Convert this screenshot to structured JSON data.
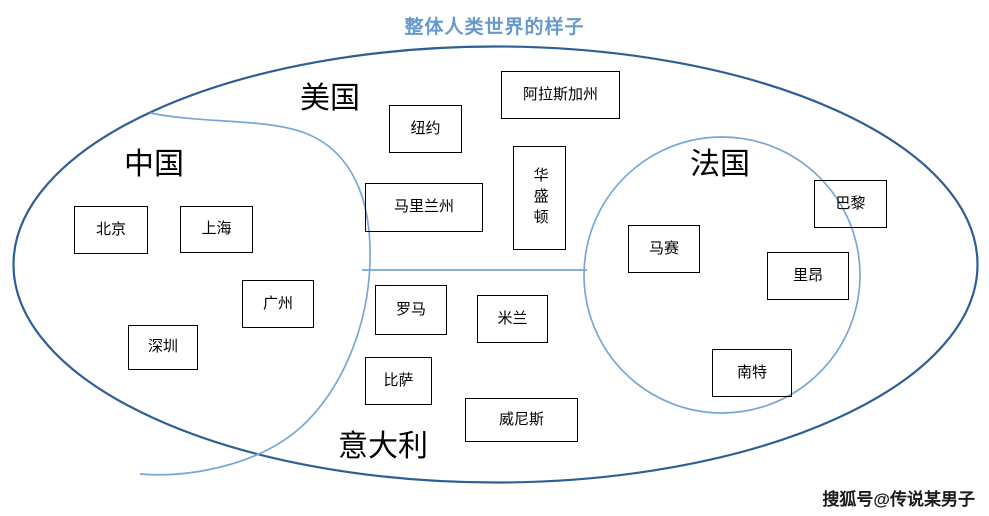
{
  "title": "整体人类世界的样子",
  "colors": {
    "title_text": "#6699cc",
    "outer_ellipse_stroke": "#2e5f94",
    "inner_shape_stroke": "#79a7d3",
    "box_stroke": "#000000",
    "box_text": "#000000",
    "background": "#ffffff",
    "watermark_text": "#1a1a1a"
  },
  "regions": {
    "world": {
      "label": "",
      "shape": "outer-ellipse"
    },
    "china": {
      "label": "中国",
      "cities": [
        {
          "name": "北京"
        },
        {
          "name": "上海"
        },
        {
          "name": "广州"
        },
        {
          "name": "深圳"
        }
      ]
    },
    "usa": {
      "label": "美国",
      "cities": [
        {
          "name": "纽约"
        },
        {
          "name": "阿拉斯加州"
        },
        {
          "name": "马里兰州"
        },
        {
          "name": "华盛顿"
        }
      ]
    },
    "italy": {
      "label": "意大利",
      "cities": [
        {
          "name": "罗马"
        },
        {
          "name": "米兰"
        },
        {
          "name": "比萨"
        },
        {
          "name": "威尼斯"
        }
      ]
    },
    "france": {
      "label": "法国",
      "cities": [
        {
          "name": "巴黎"
        },
        {
          "name": "马赛"
        },
        {
          "name": "里昂"
        },
        {
          "name": "南特"
        }
      ]
    }
  },
  "watermark": "搜狐号@传说某男子"
}
